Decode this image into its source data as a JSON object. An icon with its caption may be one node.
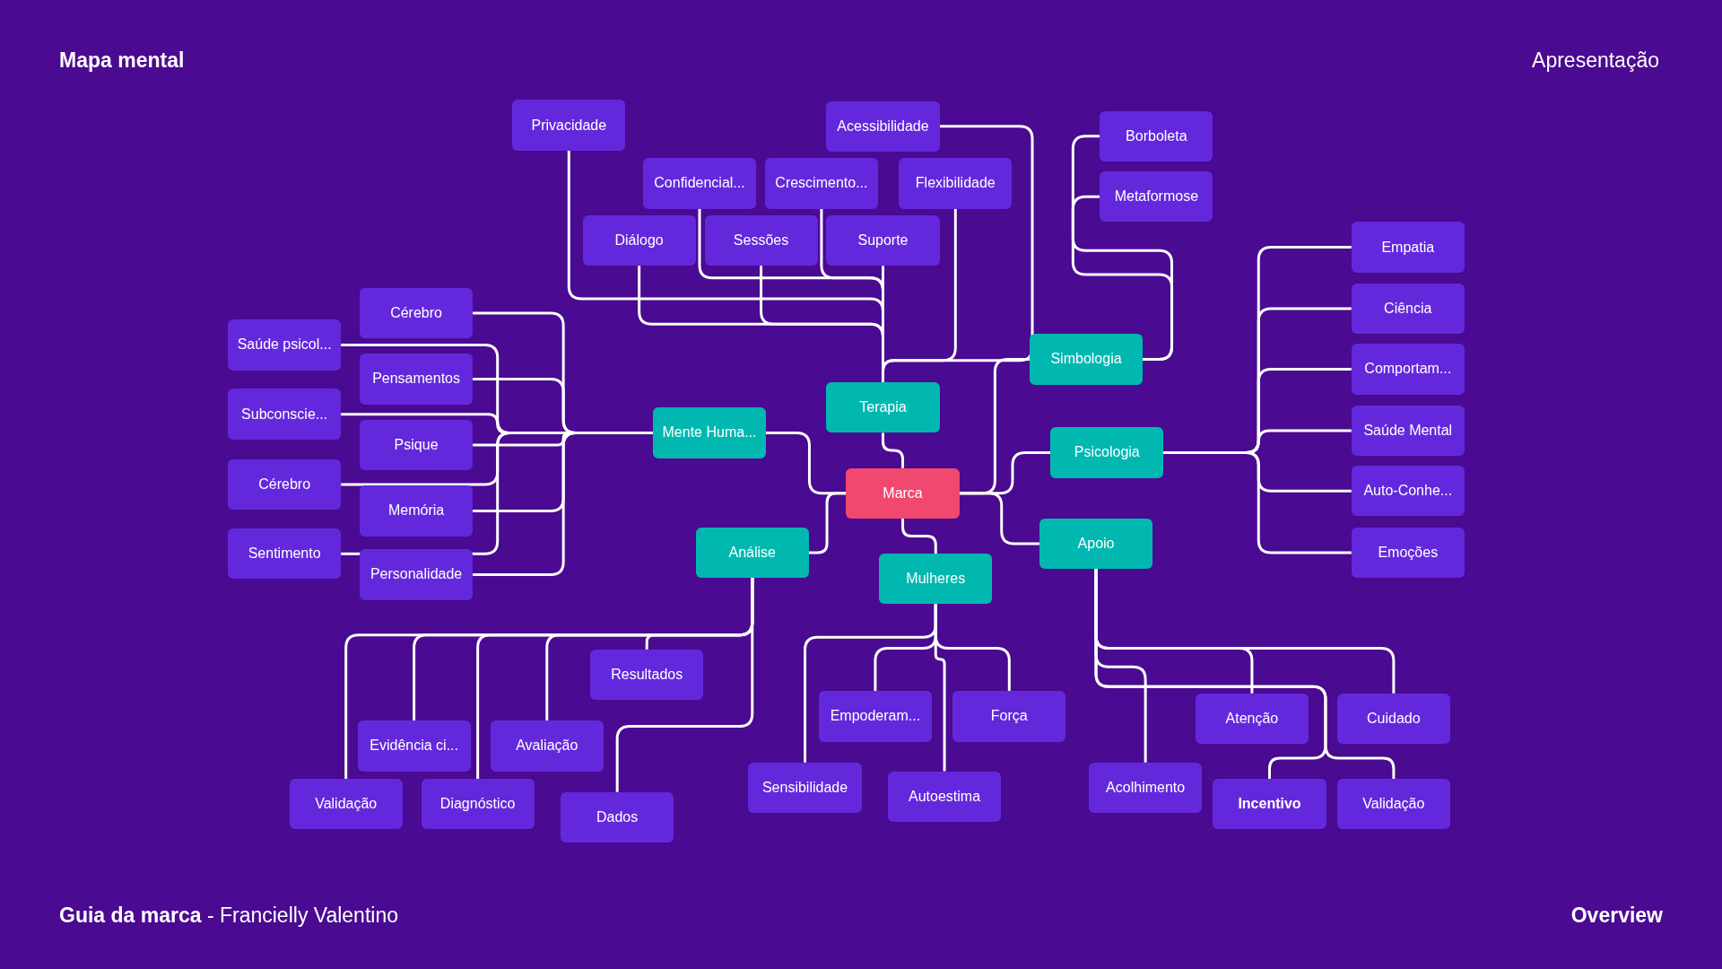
{
  "diagram": {
    "title": "Mapa mental",
    "nodes": [
      {
        "text": [
          "Marca"
        ]
      },
      {
        "text": [
          "Terapia"
        ]
      },
      {
        "text": [
          "Mente Huma..."
        ]
      },
      {
        "text": [
          "Análise"
        ]
      },
      {
        "text": [
          "Mulheres"
        ]
      },
      {
        "text": [
          "Simbologia"
        ]
      },
      {
        "text": [
          "Psicologia"
        ]
      },
      {
        "text": [
          "Apoio"
        ]
      },
      {
        "text": [
          "Privacidade"
        ]
      },
      {
        "text": [
          "Acessibilidade"
        ]
      },
      {
        "text": [
          "Confidencial..."
        ]
      },
      {
        "text": [
          "Crescimento..."
        ]
      },
      {
        "text": [
          "Flexibilidade"
        ]
      },
      {
        "text": [
          "Diálogo"
        ]
      },
      {
        "text": [
          "Sessões"
        ]
      },
      {
        "text": [
          "Suporte"
        ]
      },
      {
        "text": [
          "Cérebro"
        ]
      },
      {
        "text": [
          "Saúde psicol..."
        ]
      },
      {
        "text": [
          "Pensamentos"
        ]
      },
      {
        "text": [
          "Subconscie..."
        ]
      },
      {
        "text": [
          "Psique"
        ]
      },
      {
        "text": [
          "Cérebro"
        ]
      },
      {
        "text": [
          "Memória"
        ]
      },
      {
        "text": [
          "Sentimento"
        ]
      },
      {
        "text": [
          "Personalidade"
        ]
      },
      {
        "text": [
          "Borboleta"
        ]
      },
      {
        "text": [
          "Metaformose"
        ]
      },
      {
        "text": [
          "Empatia"
        ]
      },
      {
        "text": [
          "Ciência"
        ]
      },
      {
        "text": [
          "Comportam..."
        ]
      },
      {
        "text": [
          "Saúde Mental"
        ]
      },
      {
        "text": [
          "Auto-Conhe..."
        ]
      },
      {
        "text": [
          "Emoções"
        ]
      },
      {
        "text": [
          "Resultados"
        ]
      },
      {
        "text": [
          "Evidência ci..."
        ]
      },
      {
        "text": [
          "Avaliação"
        ]
      },
      {
        "text": [
          "Validação"
        ]
      },
      {
        "text": [
          "Diagnóstico"
        ]
      },
      {
        "text": [
          "Dados"
        ]
      },
      {
        "text": [
          "Empoderam..."
        ]
      },
      {
        "text": [
          "Força"
        ]
      },
      {
        "text": [
          "Sensibilidade"
        ]
      },
      {
        "text": [
          "Autoestima"
        ]
      },
      {
        "text": [
          "Atenção"
        ]
      },
      {
        "text": [
          "Cuidado"
        ]
      },
      {
        "text": [
          "Acolhimento"
        ]
      },
      {
        "text": [
          "Incentivo"
        ]
      },
      {
        "text": [
          "Validação"
        ]
      }
    ],
    "edges": [
      {
        "from": 0,
        "to": 1,
        "arrow": "none"
      },
      {
        "from": 0,
        "to": 2,
        "arrow": "none"
      },
      {
        "from": 0,
        "to": 3,
        "arrow": "none"
      },
      {
        "from": 0,
        "to": 4,
        "arrow": "none"
      },
      {
        "from": 0,
        "to": 5,
        "arrow": "none"
      },
      {
        "from": 0,
        "to": 6,
        "arrow": "none"
      },
      {
        "from": 0,
        "to": 7,
        "arrow": "none"
      },
      {
        "from": 1,
        "to": 8,
        "arrow": "none"
      },
      {
        "from": 1,
        "to": 9,
        "arrow": "none"
      },
      {
        "from": 1,
        "to": 10,
        "arrow": "none"
      },
      {
        "from": 1,
        "to": 11,
        "arrow": "none"
      },
      {
        "from": 1,
        "to": 12,
        "arrow": "none"
      },
      {
        "from": 1,
        "to": 13,
        "arrow": "none"
      },
      {
        "from": 1,
        "to": 14,
        "arrow": "none"
      },
      {
        "from": 1,
        "to": 15,
        "arrow": "none"
      },
      {
        "from": 2,
        "to": 16,
        "arrow": "none"
      },
      {
        "from": 2,
        "to": 17,
        "arrow": "none"
      },
      {
        "from": 2,
        "to": 18,
        "arrow": "none"
      },
      {
        "from": 2,
        "to": 19,
        "arrow": "none"
      },
      {
        "from": 2,
        "to": 20,
        "arrow": "none"
      },
      {
        "from": 2,
        "to": 21,
        "arrow": "none"
      },
      {
        "from": 2,
        "to": 22,
        "arrow": "none"
      },
      {
        "from": 2,
        "to": 23,
        "arrow": "none"
      },
      {
        "from": 2,
        "to": 24,
        "arrow": "none"
      },
      {
        "from": 5,
        "to": 25,
        "arrow": "none"
      },
      {
        "from": 5,
        "to": 26,
        "arrow": "none"
      },
      {
        "from": 6,
        "to": 27,
        "arrow": "none"
      },
      {
        "from": 6,
        "to": 28,
        "arrow": "none"
      },
      {
        "from": 6,
        "to": 29,
        "arrow": "none"
      },
      {
        "from": 6,
        "to": 30,
        "arrow": "none"
      },
      {
        "from": 6,
        "to": 31,
        "arrow": "none"
      },
      {
        "from": 6,
        "to": 32,
        "arrow": "none"
      },
      {
        "from": 3,
        "to": 33,
        "arrow": "none"
      },
      {
        "from": 3,
        "to": 34,
        "arrow": "none"
      },
      {
        "from": 3,
        "to": 35,
        "arrow": "none"
      },
      {
        "from": 3,
        "to": 36,
        "arrow": "none"
      },
      {
        "from": 3,
        "to": 37,
        "arrow": "none"
      },
      {
        "from": 3,
        "to": 38,
        "arrow": "none"
      },
      {
        "from": 4,
        "to": 39,
        "arrow": "none"
      },
      {
        "from": 4,
        "to": 40,
        "arrow": "none"
      },
      {
        "from": 4,
        "to": 41,
        "arrow": "none"
      },
      {
        "from": 4,
        "to": 42,
        "arrow": "none"
      },
      {
        "from": 7,
        "to": 43,
        "arrow": "none"
      },
      {
        "from": 7,
        "to": 44,
        "arrow": "none"
      },
      {
        "from": 7,
        "to": 45,
        "arrow": "none"
      },
      {
        "from": 7,
        "to": 46,
        "arrow": "none"
      },
      {
        "from": 7,
        "to": 47,
        "arrow": "none"
      }
    ],
    "labels": [
      "Apresentação",
      "**Guia da marca** - Francielly Valentino",
      "Overview"
    ]
  }
}
